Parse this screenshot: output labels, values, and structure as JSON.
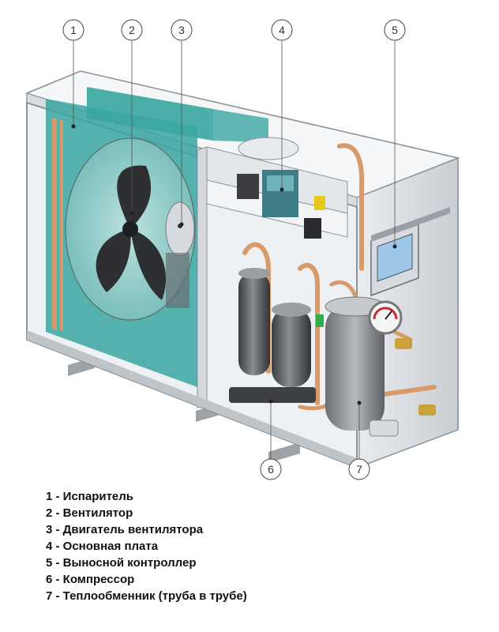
{
  "callouts": [
    {
      "number": "1",
      "target": "evaporator"
    },
    {
      "number": "2",
      "target": "fan"
    },
    {
      "number": "3",
      "target": "fan-motor"
    },
    {
      "number": "4",
      "target": "main-board"
    },
    {
      "number": "5",
      "target": "remote-controller"
    },
    {
      "number": "6",
      "target": "compressor"
    },
    {
      "number": "7",
      "target": "heat-exchanger"
    }
  ],
  "legend": [
    "1 - Испаритель",
    "2 - Вентилятор",
    "3 - Двигатель вентилятора",
    "4 - Основная плата",
    "5 - Выносной контроллер",
    "6 - Компрессор",
    "7 - Теплообменник (труба в трубе)"
  ],
  "colors": {
    "evaporator": "#3aa6a0",
    "copper": "#d89a6a",
    "casing": "#cfd3d7",
    "fan_blade": "#2e2f33",
    "compressor": "#5b5e64",
    "heat_exchanger": "#8a8d92"
  }
}
